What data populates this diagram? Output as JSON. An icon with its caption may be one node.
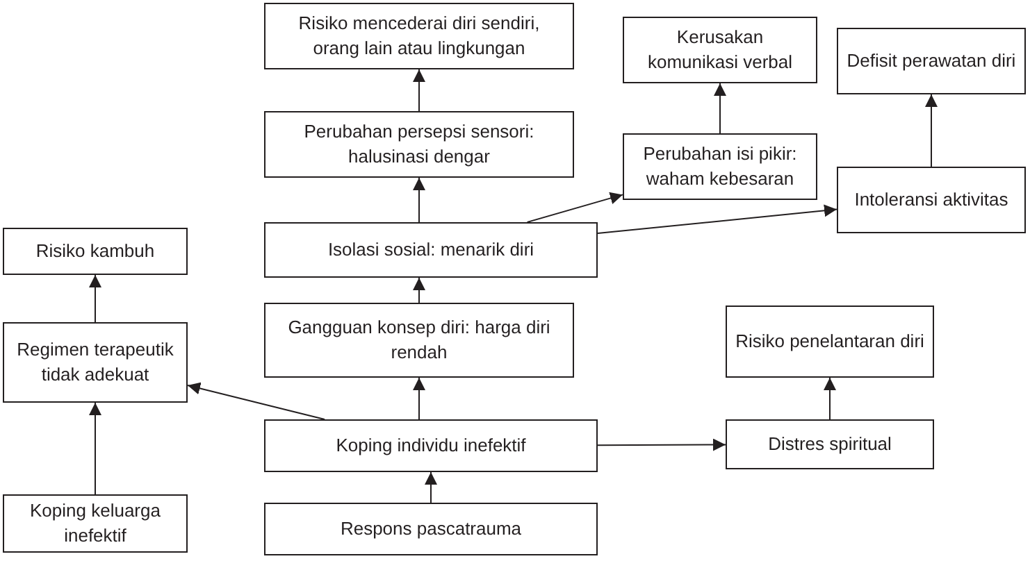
{
  "diagram": {
    "nodes": [
      {
        "text": [
          "Risiko mencederai diri sendiri, orang lain atau lingkungan"
        ]
      },
      {
        "text": [
          "Perubahan persepsi sensori: halusinasi dengar"
        ]
      },
      {
        "text": [
          "Kerusakan komunikasi verbal"
        ]
      },
      {
        "text": [
          "Defisit perawatan diri"
        ]
      },
      {
        "text": [
          "Perubahan isi pikir: waham kebesaran"
        ]
      },
      {
        "text": [
          "Intoleransi aktivitas"
        ]
      },
      {
        "text": [
          "Risiko kambuh"
        ]
      },
      {
        "text": [
          "Isolasi sosial: menarik diri"
        ]
      },
      {
        "text": [
          "Gangguan konsep diri: harga diri rendah"
        ]
      },
      {
        "text": [
          "Regimen terapeutik tidak adekuat"
        ]
      },
      {
        "text": [
          "Risiko penelantaran diri"
        ]
      },
      {
        "text": [
          "Koping individu inefektif"
        ]
      },
      {
        "text": [
          "Distres spiritual"
        ]
      },
      {
        "text": [
          "Koping keluarga inefektif"
        ]
      },
      {
        "text": [
          "Respons pascatrauma"
        ]
      }
    ],
    "edges": [
      {
        "from": 14,
        "to": 11,
        "arrow": "to"
      },
      {
        "from": 11,
        "to": 8,
        "arrow": "to"
      },
      {
        "from": 8,
        "to": 7,
        "arrow": "to"
      },
      {
        "from": 7,
        "to": 1,
        "arrow": "to"
      },
      {
        "from": 1,
        "to": 0,
        "arrow": "to"
      },
      {
        "from": 7,
        "to": 4,
        "arrow": "to"
      },
      {
        "from": 4,
        "to": 2,
        "arrow": "to"
      },
      {
        "from": 7,
        "to": 5,
        "arrow": "to"
      },
      {
        "from": 5,
        "to": 3,
        "arrow": "to"
      },
      {
        "from": 11,
        "to": 9,
        "arrow": "to"
      },
      {
        "from": 13,
        "to": 9,
        "arrow": "to"
      },
      {
        "from": 9,
        "to": 6,
        "arrow": "to"
      },
      {
        "from": 11,
        "to": 12,
        "arrow": "to"
      },
      {
        "from": 12,
        "to": 10,
        "arrow": "to"
      }
    ]
  }
}
